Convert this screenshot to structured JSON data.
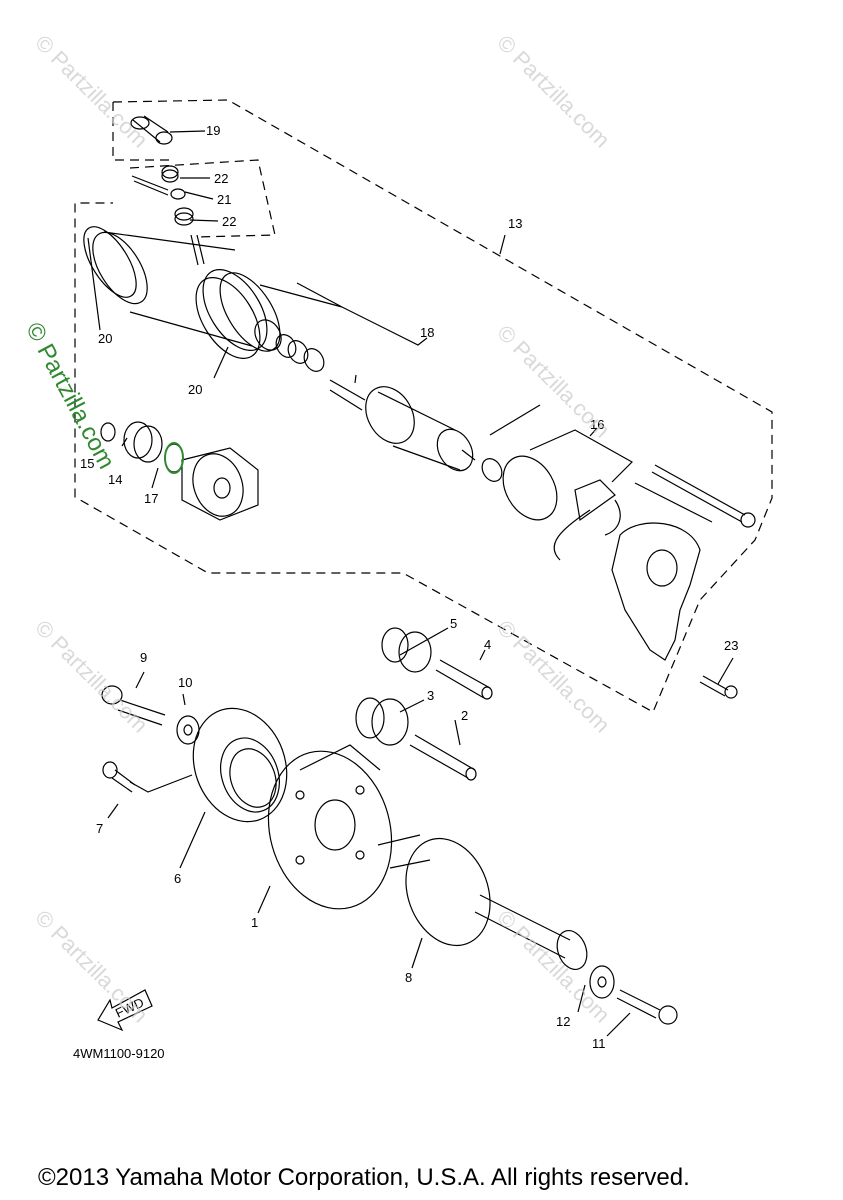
{
  "watermark": {
    "text": "© Partzilla.com"
  },
  "callouts": {
    "c1": "1",
    "c2": "2",
    "c3": "3",
    "c4": "4",
    "c5": "5",
    "c6": "6",
    "c7": "7",
    "c8": "8",
    "c9": "9",
    "c10": "10",
    "c11": "11",
    "c12": "12",
    "c13": "13",
    "c14": "14",
    "c15": "15",
    "c16": "16",
    "c17": "17",
    "c18": "18",
    "c19": "19",
    "c20a": "20",
    "c20b": "20",
    "c21": "21",
    "c22a": "22",
    "c22b": "22",
    "c23": "23"
  },
  "fwd_label": "FWD",
  "diagram_code": "4WM1100-9120",
  "copyright": "©2013 Yamaha Motor Corporation, U.S.A. All rights reserved."
}
